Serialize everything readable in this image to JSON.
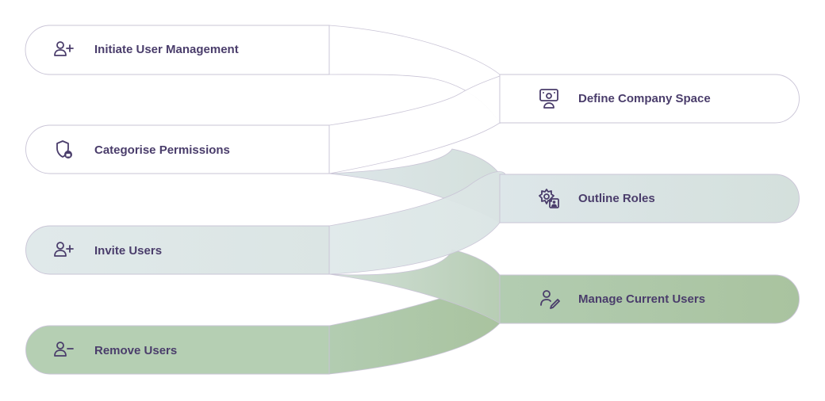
{
  "diagram": {
    "left_steps": [
      {
        "label": "Initiate User Management",
        "icon": "user-plus-icon"
      },
      {
        "label": "Categorise Permissions",
        "icon": "shield-lock-icon"
      },
      {
        "label": "Invite Users",
        "icon": "user-plus-icon"
      },
      {
        "label": "Remove Users",
        "icon": "user-minus-icon"
      }
    ],
    "right_steps": [
      {
        "label": "Define Company Space",
        "icon": "presentation-user-icon"
      },
      {
        "label": "Outline Roles",
        "icon": "gear-user-icon"
      },
      {
        "label": "Manage Current Users",
        "icon": "user-edit-icon"
      }
    ],
    "colors": {
      "text": "#4a3d6b",
      "outline": "#c9c4d6",
      "band_white": "#ffffff",
      "band_light": "#dfe6e8",
      "band_mid": "#c3d5c8",
      "band_green": "#abc6a5"
    }
  }
}
